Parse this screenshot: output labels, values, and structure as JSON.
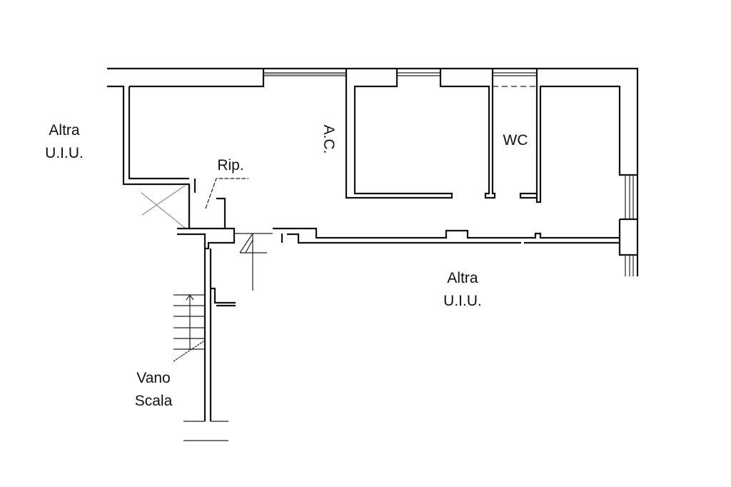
{
  "plan": {
    "labels": {
      "altra_left": {
        "line1": "Altra",
        "line2": "U.I.U."
      },
      "altra_bottom": {
        "line1": "Altra",
        "line2": "U.I.U."
      },
      "ripostiglio": "Rip.",
      "ac": "A.C.",
      "wc": "WC",
      "vano_scala": {
        "line1": "Vano",
        "line2": "Scala"
      }
    },
    "colors": {
      "line": "#111111",
      "background": "#ffffff"
    }
  }
}
